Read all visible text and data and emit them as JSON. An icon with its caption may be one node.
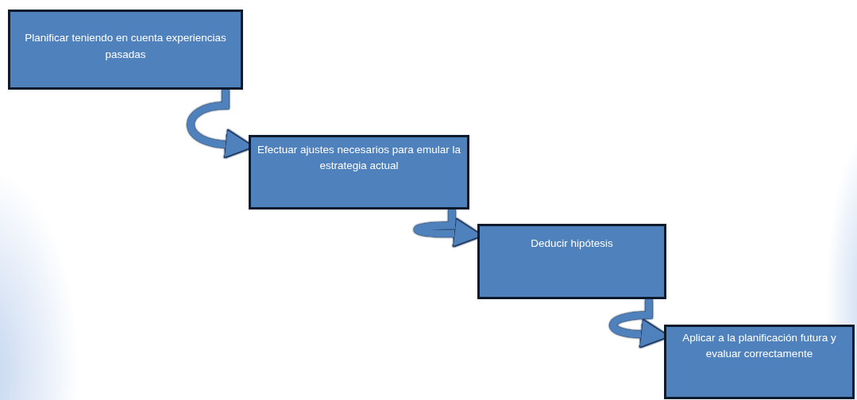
{
  "diagram": {
    "nodes": [
      {
        "text": [
          "Planificar teniendo en cuenta experiencias pasadas"
        ]
      },
      {
        "text": [
          "Efectuar ajustes necesarios para emular la estrategia actual"
        ]
      },
      {
        "text": [
          "Deducir hipótesis"
        ]
      },
      {
        "text": [
          "Aplicar a la planificación futura y evaluar correctamente"
        ]
      }
    ],
    "edges": [
      {
        "from": 0,
        "to": 1,
        "arrow": "to"
      },
      {
        "from": 1,
        "to": 2,
        "arrow": "to"
      },
      {
        "from": 2,
        "to": 3,
        "arrow": "to"
      }
    ]
  }
}
